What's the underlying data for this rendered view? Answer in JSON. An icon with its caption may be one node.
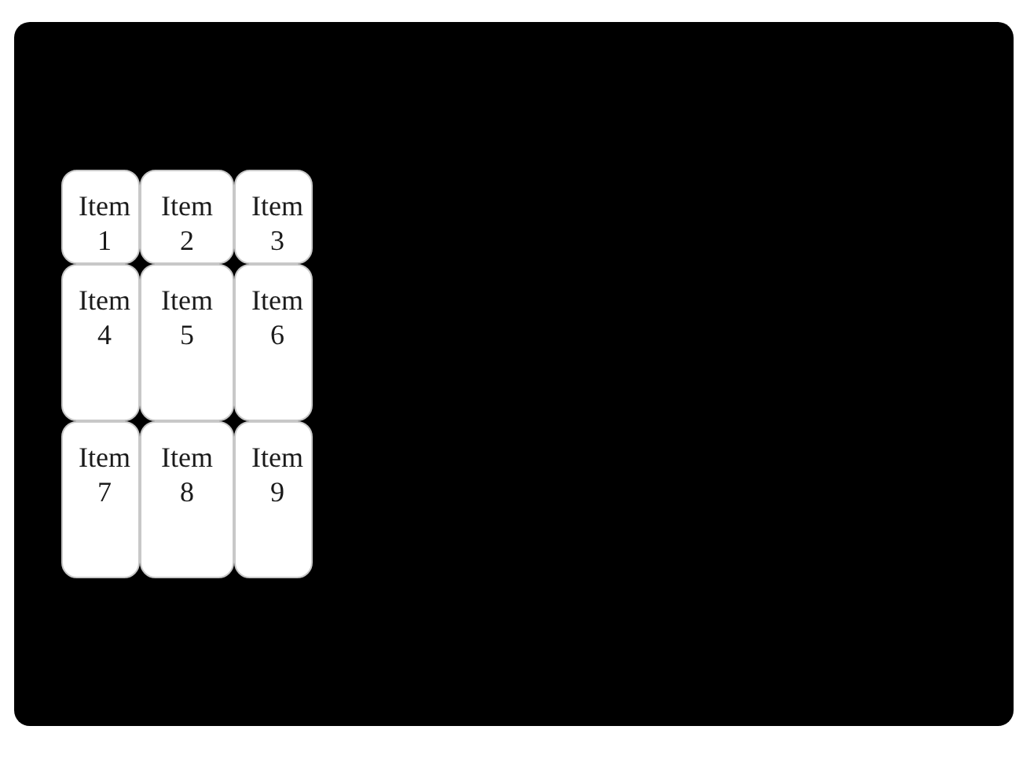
{
  "diagram": {
    "nodes": [
      {
        "text": [],
        "shape": "box"
      },
      {
        "text": [
          "Item 1"
        ],
        "in": 0
      },
      {
        "text": [
          "Item 2"
        ],
        "in": 0
      },
      {
        "text": [
          "Item 3"
        ],
        "in": 0
      },
      {
        "text": [
          "Item 4"
        ],
        "in": 0
      },
      {
        "text": [
          "Item 5"
        ],
        "in": 0
      },
      {
        "text": [
          "Item 6"
        ],
        "in": 0
      },
      {
        "text": [
          "Item 7"
        ],
        "in": 0
      },
      {
        "text": [
          "Item 8"
        ],
        "in": 0
      },
      {
        "text": [
          "Item 9"
        ],
        "in": 0
      }
    ],
    "edges": []
  }
}
